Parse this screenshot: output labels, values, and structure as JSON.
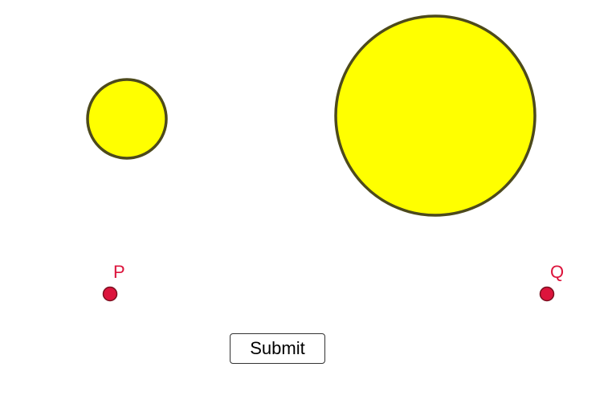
{
  "colors": {
    "circle_fill": "#ffff00",
    "circle_stroke": "#4d4a1c",
    "point_fill": "#dc143c",
    "point_stroke": "#7a1020",
    "label_color": "#dc143c"
  },
  "shapes": {
    "small_circle": {
      "name": "small-circle"
    },
    "large_circle": {
      "name": "large-circle"
    }
  },
  "points": [
    {
      "label": "P"
    },
    {
      "label": "Q"
    }
  ],
  "submit_button": {
    "label": "Submit"
  }
}
